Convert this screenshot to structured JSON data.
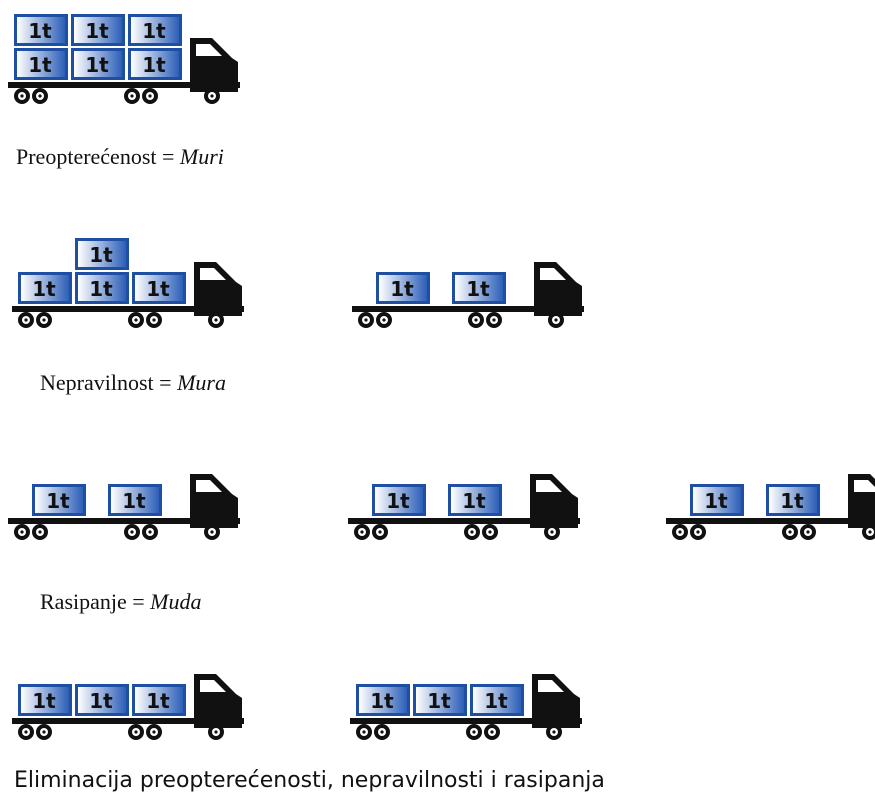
{
  "box_label": "1t",
  "colors": {
    "truck": "#111111",
    "box_border": "#1f4fa3",
    "box_fill_light": "#ffffff",
    "box_fill_dark": "#2d5fb8",
    "box_text": "#111111"
  },
  "rows": [
    {
      "caption_plain": "Preopterećenost = ",
      "caption_term": "Muri",
      "trucks": [
        {
          "load": 6
        }
      ]
    },
    {
      "caption_plain": "Nepravilnost = ",
      "caption_term": "Mura",
      "trucks": [
        {
          "load": 4
        },
        {
          "load": 2
        }
      ]
    },
    {
      "caption_plain": "Rasipanje = ",
      "caption_term": "Muda",
      "trucks": [
        {
          "load": 2
        },
        {
          "load": 2
        },
        {
          "load": 2
        }
      ]
    },
    {
      "caption_plain": "Eliminacija preopterećenosti, nepravilnosti i rasipanja",
      "caption_term": "",
      "trucks": [
        {
          "load": 3
        },
        {
          "load": 3
        }
      ]
    }
  ]
}
